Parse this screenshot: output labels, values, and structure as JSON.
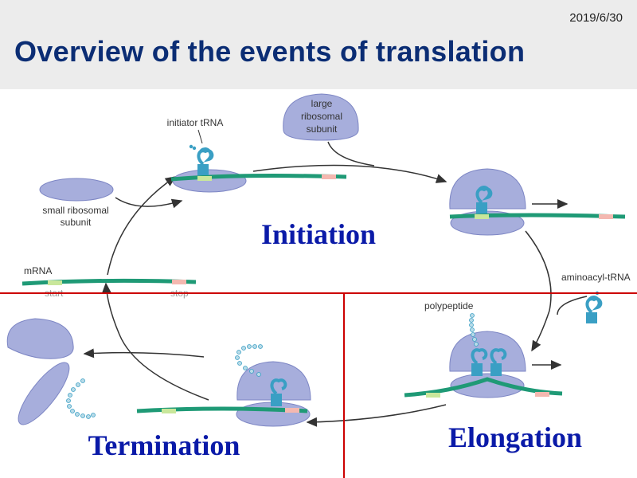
{
  "header": {
    "date": "2019/6/30",
    "title": "Overview of the events of translation"
  },
  "labels": {
    "initiator_trna": "initiator tRNA",
    "large_subunit": [
      "large",
      "ribosomal",
      "subunit"
    ],
    "small_subunit": [
      "small ribosomal",
      "subunit"
    ],
    "mrna": "mRNA",
    "start": "start",
    "stop": "stop",
    "aminoacyl_trna": "aminoacyl-tRNA",
    "polypeptide": "polypeptide"
  },
  "stages": {
    "initiation": "Initiation",
    "elongation": "Elongation",
    "termination": "Termination"
  },
  "colors": {
    "ribosome": "#a7aedc",
    "ribosome_stroke": "#7d86c4",
    "mrna": "#1f9a76",
    "trna": "#3a9fc4",
    "start_codon": "#c9e79b",
    "stop_codon": "#f4b8b0",
    "divider": "#cc0000",
    "stage_text": "#0a1aa8",
    "title_text": "#0b2d74"
  }
}
